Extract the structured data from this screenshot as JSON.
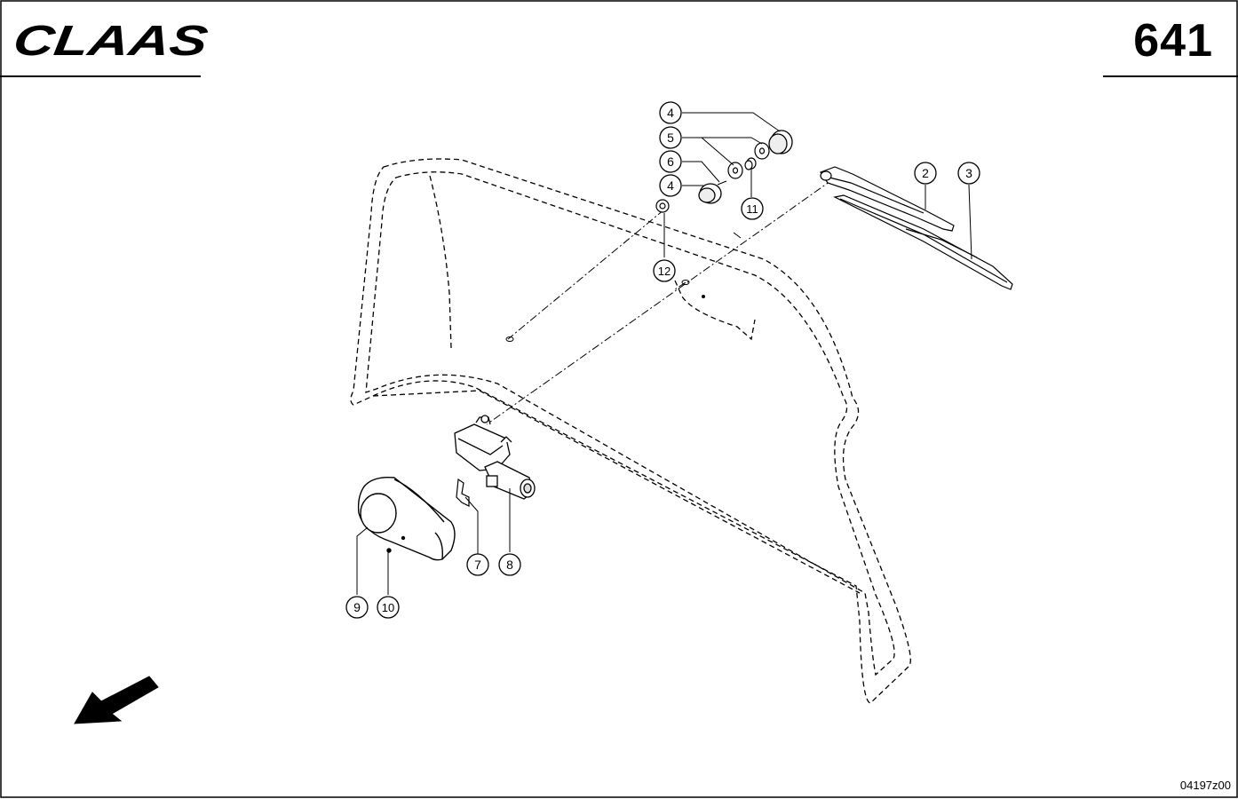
{
  "header": {
    "brand": "CLAAS",
    "page_number": "641"
  },
  "footer": {
    "drawing_code": "04197z00"
  },
  "callouts": {
    "c4a": "4",
    "c5": "5",
    "c6": "6",
    "c4b": "4",
    "c11": "11",
    "c12": "12",
    "c2": "2",
    "c3": "3",
    "c7": "7",
    "c8": "8",
    "c9": "9",
    "c10": "10"
  },
  "colors": {
    "ink": "#000000",
    "paper": "#ffffff"
  }
}
